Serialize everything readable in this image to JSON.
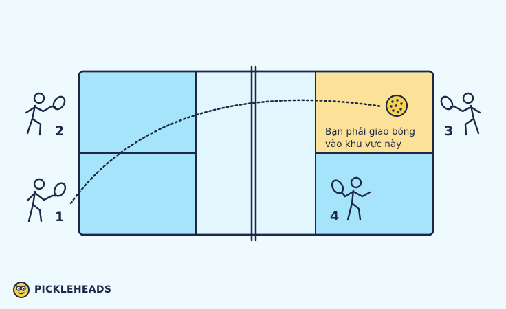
{
  "players": [
    {
      "number": "2"
    },
    {
      "number": "1"
    },
    {
      "number": "3"
    },
    {
      "number": "4"
    }
  ],
  "note": {
    "line1": "Bạn phải giao bóng",
    "line2": "vào khu vực này"
  },
  "brand": {
    "name": "PICKLEHEADS"
  },
  "colors": {
    "background": "#eefafe",
    "court_blue": "#a6e4fb",
    "kitchen": "#e1f6fd",
    "target_zone": "#fbe298",
    "line": "#1d2747",
    "ball": "#f7d24e"
  }
}
